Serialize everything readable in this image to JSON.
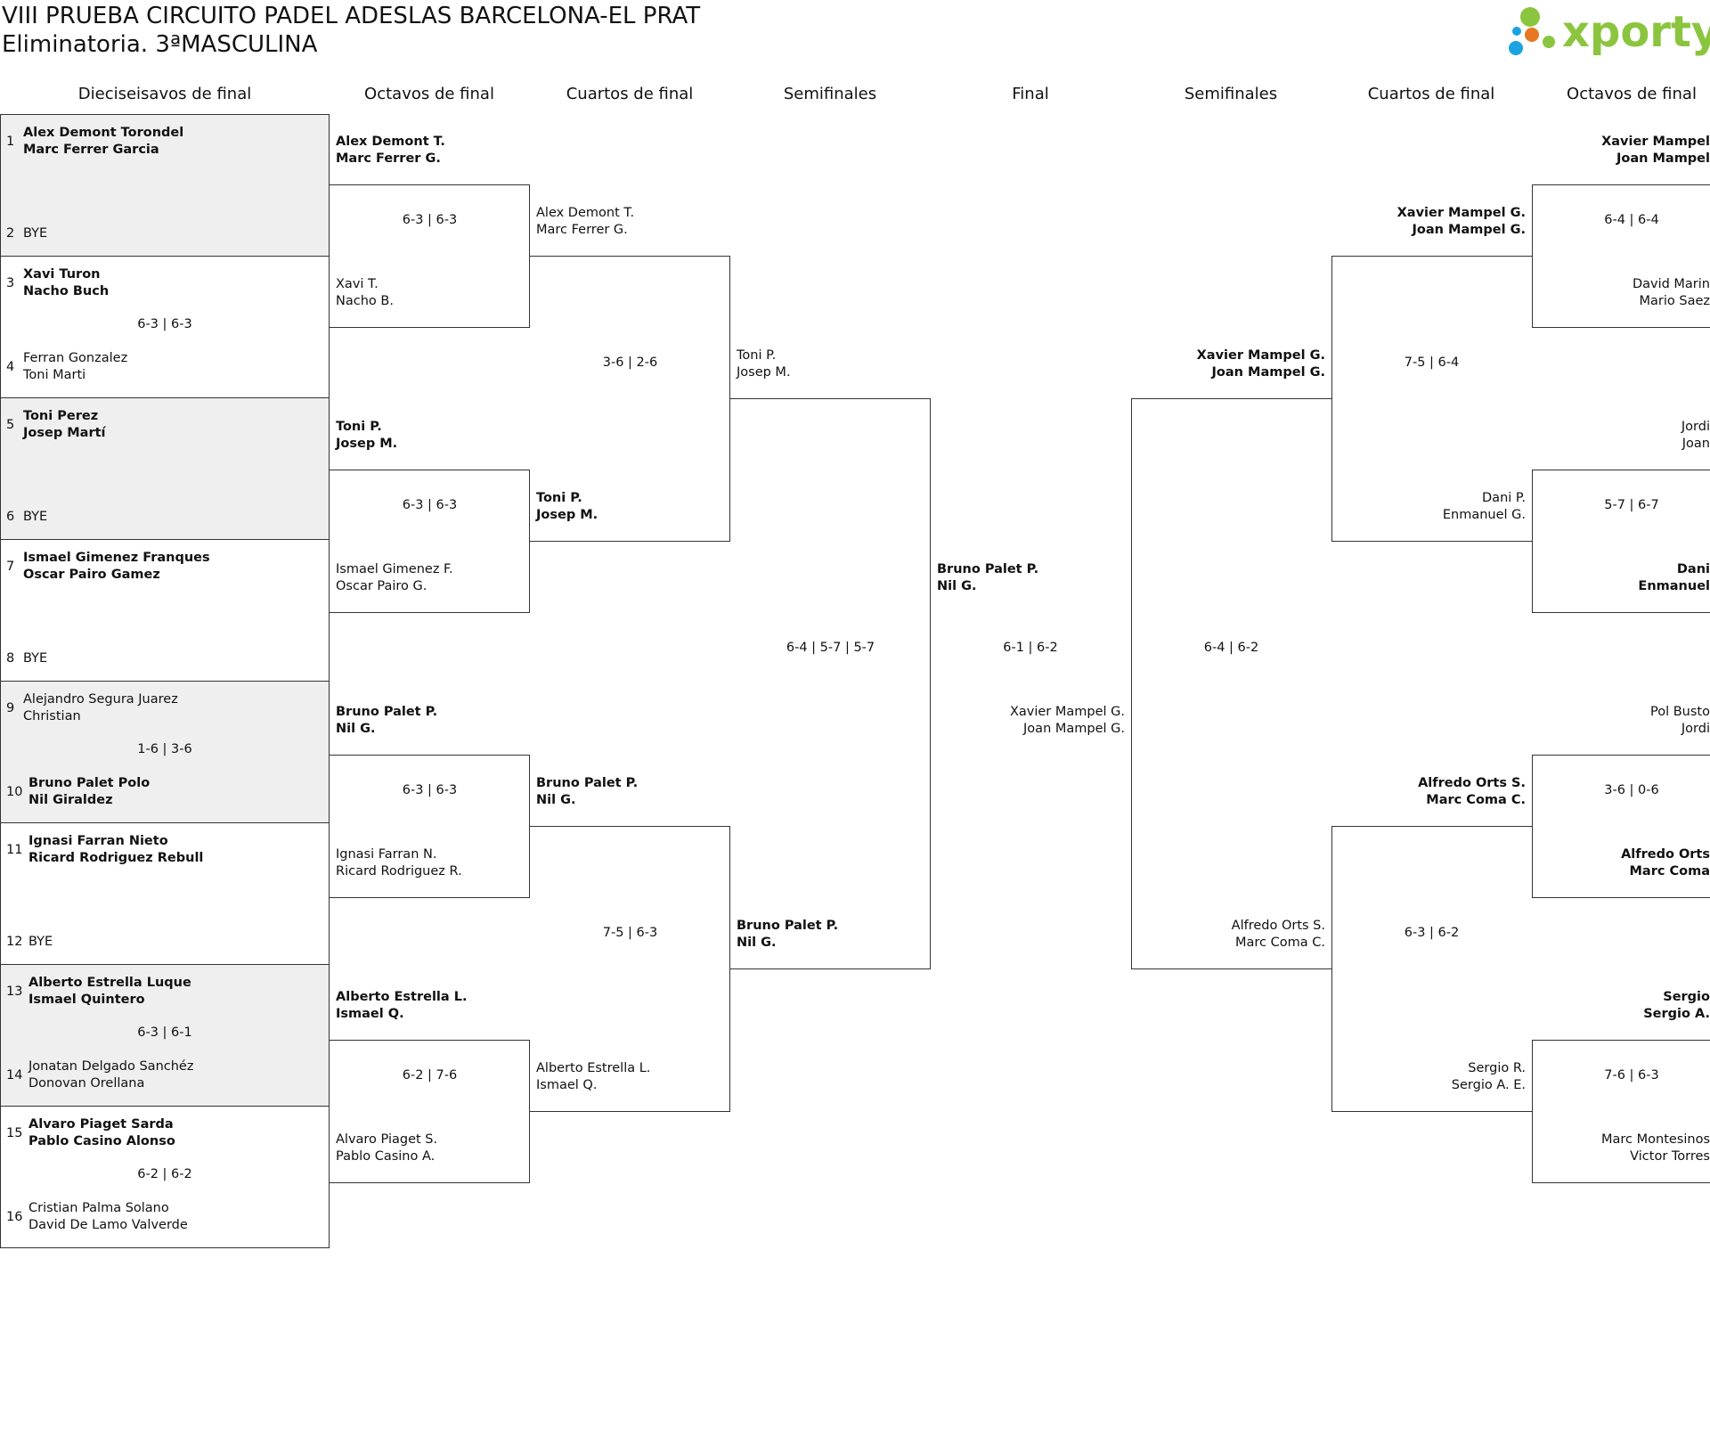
{
  "header": {
    "title_line1": "VIII PRUEBA CIRCUITO PADEL ADESLAS BARCELONA-EL PRAT",
    "title_line2": "Eliminatoria. 3ªMASCULINA",
    "logo_text": "xporty",
    "logo_colors": {
      "green": "#8bc53f",
      "orange": "#e87722",
      "blue": "#1aa3e0",
      "text": "#8bc53f"
    }
  },
  "round_headers": [
    "Dieciseisavos de final",
    "Octavos de final",
    "Cuartos de final",
    "Semifinales",
    "Final",
    "Semifinales",
    "Cuartos de final",
    "Octavos de final"
  ],
  "round_of_32": [
    {
      "seed": "1",
      "p1": "Alex Demont Torondel",
      "p2": "Marc Ferrer Garcia"
    },
    {
      "seed": "2",
      "p1": "BYE",
      "p2": ""
    },
    {
      "seed": "3",
      "p1": "Xavi Turon",
      "p2": "Nacho Buch"
    },
    {
      "seed": "4",
      "p1": "Ferran Gonzalez",
      "p2": "Toni Marti"
    },
    {
      "seed": "5",
      "p1": "Toni Perez",
      "p2": "Josep Martí"
    },
    {
      "seed": "6",
      "p1": "BYE",
      "p2": ""
    },
    {
      "seed": "7",
      "p1": "Ismael Gimenez Franques",
      "p2": "Oscar Pairo Gamez"
    },
    {
      "seed": "8",
      "p1": "BYE",
      "p2": ""
    },
    {
      "seed": "9",
      "p1": "Alejandro Segura Juarez",
      "p2": "Christian"
    },
    {
      "seed": "10",
      "p1": "Bruno Palet Polo",
      "p2": "Nil Giraldez"
    },
    {
      "seed": "11",
      "p1": "Ignasi Farran Nieto",
      "p2": "Ricard Rodriguez Rebull"
    },
    {
      "seed": "12",
      "p1": "BYE",
      "p2": ""
    },
    {
      "seed": "13",
      "p1": "Alberto Estrella Luque",
      "p2": "Ismael Quintero"
    },
    {
      "seed": "14",
      "p1": "Jonatan Delgado Sanchéz",
      "p2": "Donovan Orellana"
    },
    {
      "seed": "15",
      "p1": "Alvaro Piaget Sarda",
      "p2": "Pablo Casino Alonso"
    },
    {
      "seed": "16",
      "p1": "Cristian Palma Solano",
      "p2": "David De Lamo Valverde"
    }
  ],
  "round_of_32_scores": [
    "6-3 | 6-3",
    "1-6 | 3-6",
    "6-3 | 6-1",
    "6-2 | 6-2"
  ],
  "left_octavos_teams": [
    {
      "p1": "Alex Demont T.",
      "p2": "Marc Ferrer G."
    },
    {
      "p1": "Xavi T.",
      "p2": "Nacho B."
    },
    {
      "p1": "Toni P.",
      "p2": "Josep M."
    },
    {
      "p1": "Ismael Gimenez F.",
      "p2": "Oscar Pairo G."
    },
    {
      "p1": "Bruno Palet P.",
      "p2": "Nil G."
    },
    {
      "p1": "Ignasi Farran N.",
      "p2": "Ricard Rodriguez R."
    },
    {
      "p1": "Alberto Estrella L.",
      "p2": "Ismael Q."
    },
    {
      "p1": "Alvaro Piaget S.",
      "p2": "Pablo Casino A."
    }
  ],
  "left_octavos_scores": [
    "6-3 | 6-3",
    "6-3 | 6-3",
    "6-3 | 6-3",
    "6-2 | 7-6"
  ],
  "left_cuartos_teams": [
    {
      "p1": "Alex Demont T.",
      "p2": "Marc Ferrer G."
    },
    {
      "p1": "Toni P.",
      "p2": "Josep M."
    },
    {
      "p1": "Bruno Palet P.",
      "p2": "Nil G."
    },
    {
      "p1": "Alberto Estrella L.",
      "p2": "Ismael Q."
    }
  ],
  "left_cuartos_scores": [
    "3-6 | 2-6",
    "7-5 | 6-3"
  ],
  "left_semis_teams": [
    {
      "p1": "Toni P.",
      "p2": "Josep M."
    },
    {
      "p1": "Bruno Palet P.",
      "p2": "Nil G."
    }
  ],
  "left_semis_score": "6-4 | 5-7 | 5-7",
  "final": {
    "team_left": {
      "p1": "Bruno Palet P.",
      "p2": "Nil G."
    },
    "team_right": {
      "p1": "Xavier Mampel G.",
      "p2": "Joan Mampel G."
    },
    "score": "6-1 | 6-2"
  },
  "right_semis_teams": [
    {
      "p1": "Xavier Mampel G.",
      "p2": "Joan Mampel G."
    },
    {
      "p1": "Alfredo Orts S.",
      "p2": "Marc Coma C."
    }
  ],
  "right_semis_score": "6-4 | 6-2",
  "right_cuartos_teams": [
    {
      "p1": "Xavier Mampel G.",
      "p2": "Joan Mampel G."
    },
    {
      "p1": "Dani P.",
      "p2": "Enmanuel G."
    },
    {
      "p1": "Alfredo Orts S.",
      "p2": "Marc Coma C."
    },
    {
      "p1": "Sergio R.",
      "p2": "Sergio A. E."
    }
  ],
  "right_cuartos_scores": [
    "7-5 | 6-4",
    "6-3 | 6-2"
  ],
  "right_octavos_teams": [
    {
      "p1": "Xavier Mampel",
      "p2": "Joan Mampel"
    },
    {
      "p1": "David Marin",
      "p2": "Mario Saez"
    },
    {
      "p1": "Jordi",
      "p2": "Joan"
    },
    {
      "p1": "Dani",
      "p2": "Enmanuel"
    },
    {
      "p1": "Pol Busto",
      "p2": "Jordi"
    },
    {
      "p1": "Alfredo Orts",
      "p2": "Marc Coma"
    },
    {
      "p1": "Sergio",
      "p2": "Sergio A."
    },
    {
      "p1": "Marc Montesinos",
      "p2": "Victor Torres"
    }
  ],
  "right_octavos_scores": [
    "6-4 | 6-4",
    "5-7 | 6-7",
    "3-6 | 0-6",
    "7-6 | 6-3"
  ]
}
